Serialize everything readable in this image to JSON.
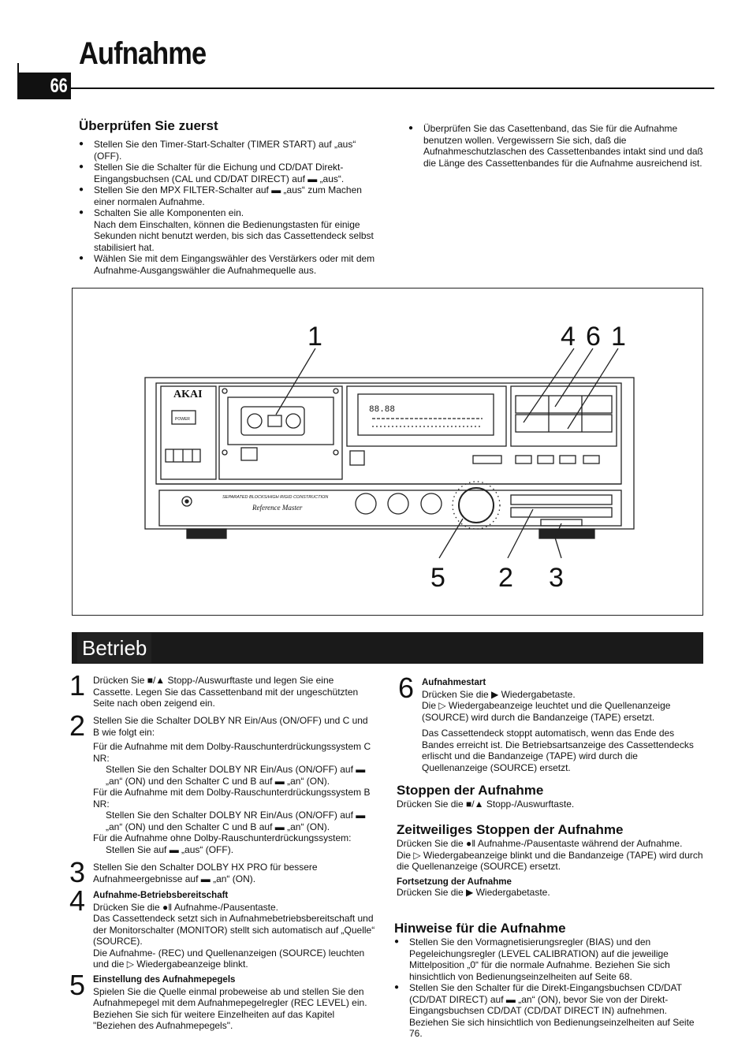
{
  "header": {
    "title": "Aufnahme",
    "page_number": "66"
  },
  "check_first": {
    "heading": "Überprüfen Sie zuerst",
    "items": [
      "Stellen Sie den Timer-Start-Schalter (TIMER START) auf „aus“ (OFF).",
      "Stellen Sie die Schalter für die Eichung und CD/DAT Direkt-Eingangsbuchsen (CAL und CD/DAT DIRECT) auf ▬ „aus“.",
      "Stellen Sie den MPX FILTER-Schalter auf ▬ „aus“ zum Machen einer normalen Aufnahme.",
      "Schalten Sie alle Komponenten ein."
    ],
    "item4_continued": "Nach dem Einschalten, können die Bedienungstasten für einige Sekunden nicht benutzt werden, bis sich das Cassettendeck selbst stabilisiert hat.",
    "item5": "Wählen Sie mit dem Eingangswähler des Verstärkers oder mit dem Aufnahme-Ausgangswähler die Aufnahmequelle aus.",
    "right_item": "Überprüfen Sie das Casettenband, das Sie für die Aufnahme benutzen wollen. Vergewissern Sie sich, daß die Aufnahmeschutzlaschen des Cassettenbandes intakt sind und daß die Länge des Cassettenbandes für die Aufnahme ausreichend ist."
  },
  "diagram": {
    "callouts": [
      "1",
      "4",
      "6",
      "1",
      "5",
      "2",
      "3"
    ],
    "brand": "AKAI",
    "power_label": "POWER",
    "panel_text": "SEPARATED BLOCKS/HIGH RIGID CONSTRUCTION",
    "model_text": "Reference Master",
    "counter_text": "88.88"
  },
  "betrieb": {
    "title": "Betrieb",
    "steps": [
      {
        "num": "1",
        "text": "Drücken Sie ■/▲ Stopp-/Auswurftaste und legen Sie eine Cassette. Legen Sie das Cassettenband mit der ungeschützten Seite nach oben zeigend ein."
      },
      {
        "num": "2",
        "text": "Stellen Sie die Schalter DOLBY NR Ein/Aus (ON/OFF) und C und B wie folgt ein:",
        "c_nr_intro": "Für die Aufnahme mit dem Dolby-Rauschunterdrückungssystem C NR:",
        "c_nr_action": "Stellen Sie den Schalter DOLBY NR Ein/Aus (ON/OFF) auf ▬ „an“ (ON) und den Schalter C und B auf ▬ „an“ (ON).",
        "b_nr_intro": "Für die Aufnahme mit dem Dolby-Rauschunterdrückungssystem B NR:",
        "b_nr_action": "Stellen Sie den Schalter DOLBY NR Ein/Aus (ON/OFF) auf ▬ „an“ (ON) und den Schalter C und B auf ▬ „an“ (ON).",
        "none_intro": "Für die Aufnahme ohne Dolby-Rauschunterdrückungssystem:",
        "none_action": "Stellen Sie auf ▬ „aus“ (OFF)."
      },
      {
        "num": "3",
        "text": "Stellen Sie den Schalter DOLBY HX PRO für bessere Aufnahmeergebnisse auf ▬ „an“ (ON)."
      },
      {
        "num": "4",
        "sub": "Aufnahme-Betriebsbereitschaft",
        "text": "Drücken Sie die ●‖ Aufnahme-/Pausentaste.",
        "text2": "Das Cassettendeck setzt sich in Aufnahmebetriebsbereitschaft und der Monitorschalter (MONITOR) stellt sich automatisch auf „Quelle“ (SOURCE).",
        "text3": "Die Aufnahme- (REC) und Quellenanzeigen (SOURCE) leuchten und die ▷ Wiedergabeanzeige blinkt."
      },
      {
        "num": "5",
        "sub": "Einstellung des Aufnahmepegels",
        "text": "Spielen Sie die Quelle einmal probeweise ab und stellen Sie den Aufnahmepegel mit dem Aufnahmepegelregler (REC LEVEL) ein.",
        "text2": "Beziehen Sie sich für weitere Einzelheiten auf das Kapitel \"Beziehen des Aufnahmepegels\"."
      },
      {
        "num": "6",
        "sub": "Aufnahmestart",
        "text": "Drücken Sie die ▶ Wiedergabetaste.",
        "text2": "Die ▷ Wiedergabeanzeige leuchtet und die Quellenanzeige (SOURCE) wird durch die Bandanzeige (TAPE) ersetzt.",
        "text3": "Das Cassettendeck stoppt automatisch, wenn das Ende des Bandes erreicht ist. Die Betriebsartsanzeige des Cassettendecks erlischt und die Bandanzeige (TAPE) wird durch die Quellenanzeige (SOURCE) ersetzt."
      }
    ]
  },
  "stop": {
    "heading": "Stoppen der Aufnahme",
    "text": "Drücken Sie die ■/▲ Stopp-/Auswurftaste."
  },
  "pause": {
    "heading": "Zeitweiliges Stoppen der Aufnahme",
    "text": "Drücken Sie die ●‖ Aufnahme-/Pausentaste während der Aufnahme.",
    "text2": "Die ▷ Wiedergabeanzeige blinkt und die Bandanzeige (TAPE) wird durch die Quellenanzeige (SOURCE) ersetzt.",
    "sub": "Fortsetzung der Aufnahme",
    "sub_text": "Drücken Sie die ▶ Wiedergabetaste."
  },
  "hints": {
    "heading": "Hinweise für die Aufnahme",
    "items": [
      "Stellen Sie den Vormagnetisierungsregler (BIAS) und den Pegeleichungsregler (LEVEL CALIBRATION) auf die jeweilige Mittelposition „0“ für die normale Aufnahme. Beziehen Sie sich hinsichtlich von Bedienungseinzelheiten auf Seite 68.",
      "Stellen Sie den Schalter für die Direkt-Eingangsbuchsen CD/DAT (CD/DAT DIRECT) auf ▬ „an“ (ON), bevor Sie von der Direkt-Eingangsbuchsen CD/DAT (CD/DAT DIRECT IN) aufnehmen. Beziehen Sie sich hinsichtlich von Bedienungseinzelheiten auf Seite 76."
    ]
  }
}
